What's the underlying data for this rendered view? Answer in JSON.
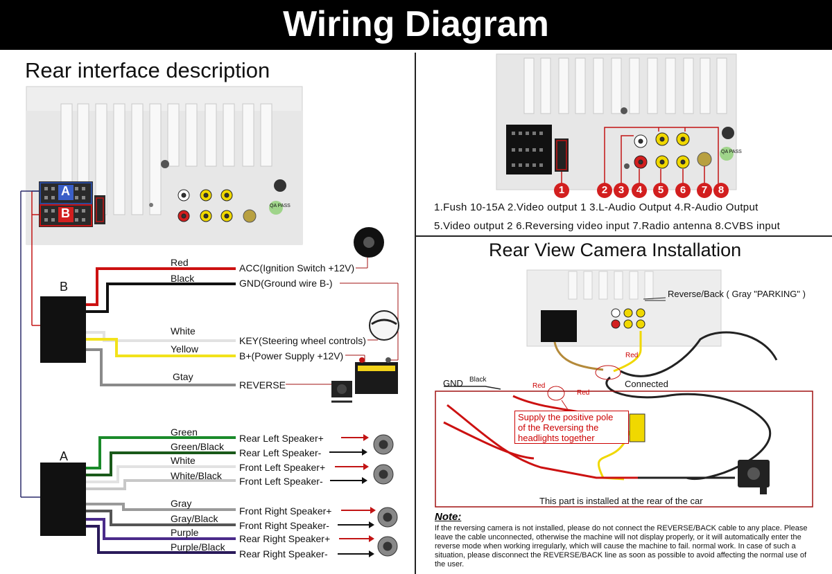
{
  "header": {
    "title": "Wiring Diagram"
  },
  "rear_interface": {
    "title": "Rear interface description",
    "connector_a": "A",
    "connector_b": "B",
    "harness_b_label": "B",
    "harness_a_label": "A",
    "qa_badge": "QA PASS"
  },
  "wires_b": [
    {
      "color_name": "Red",
      "function": "ACC(Ignition Switch +12V)",
      "hex": "#cc1111"
    },
    {
      "color_name": "Black",
      "function": "GND(Ground wire B-)",
      "hex": "#111111"
    },
    {
      "color_name": "White",
      "function": "KEY(Steering wheel controls)",
      "hex": "#e6e6e6"
    },
    {
      "color_name": "Yellow",
      "function": "B+(Power Supply +12V)",
      "hex": "#f2e21b"
    },
    {
      "color_name": "Gtay",
      "function": "REVERSE",
      "hex": "#8a8a8a"
    }
  ],
  "wires_a": [
    {
      "color_name": "Green",
      "function": "Rear Left Speaker+",
      "hex": "#1a8a2a"
    },
    {
      "color_name": "Green/Black",
      "function": "Rear Left Speaker-",
      "hex": "#1a5a1a"
    },
    {
      "color_name": "White",
      "function": "Front Left Speaker+",
      "hex": "#e6e6e6"
    },
    {
      "color_name": "White/Black",
      "function": "Front Left Speaker-",
      "hex": "#bdbdbd"
    },
    {
      "color_name": "Gray",
      "function": "Front Right Speaker+",
      "hex": "#9a9a9a"
    },
    {
      "color_name": "Gray/Black",
      "function": "Front Right Speaker-",
      "hex": "#5a5a5a"
    },
    {
      "color_name": "Purple",
      "function": "Rear Right Speaker+",
      "hex": "#4a2a8a"
    },
    {
      "color_name": "Purple/Black",
      "function": "Rear Right Speaker-",
      "hex": "#2a1a5a"
    }
  ],
  "ports": {
    "numbers": [
      "1",
      "2",
      "3",
      "4",
      "5",
      "6",
      "7",
      "8"
    ],
    "legend_line1": "1.Fush 10-15A  2.Video output 1  3.L-Audio Output  4.R-Audio Output",
    "legend_line2": "5.Video output 2  6.Reversing video input 7.Radio antenna 8.CVBS input"
  },
  "camera": {
    "title": "Rear View Camera Installation",
    "reverse_label": "Reverse/Back ( Gray \"PARKING\" )",
    "red_label_1": "Red",
    "connected": "Connected",
    "gnd": "GND",
    "black": "Black",
    "red_label_2": "Red",
    "red_label_3": "Red",
    "supply_line1": "Supply the positive pole",
    "supply_line2": "of the Reversing the",
    "supply_line3": "headlights together",
    "rear_part": "This part is installed at the rear of the car"
  },
  "note": {
    "title": "Note:",
    "text": "If the reversing camera is not installed, please do not connect the REVERSE/BACK cable to any place. Please leave the cable unconnected, otherwise the machine will not display properly, or it will automatically enter the reverse mode when working irregularly, which will cause the machine to fail. normal work. In case of such a situation, please disconnect the REVERSE/BACK line as soon as possible to avoid affecting the normal use of the user."
  },
  "colors": {
    "accent_red": "#d21f1f",
    "frame": "#a01010",
    "qa_green": "#9fd48a"
  }
}
